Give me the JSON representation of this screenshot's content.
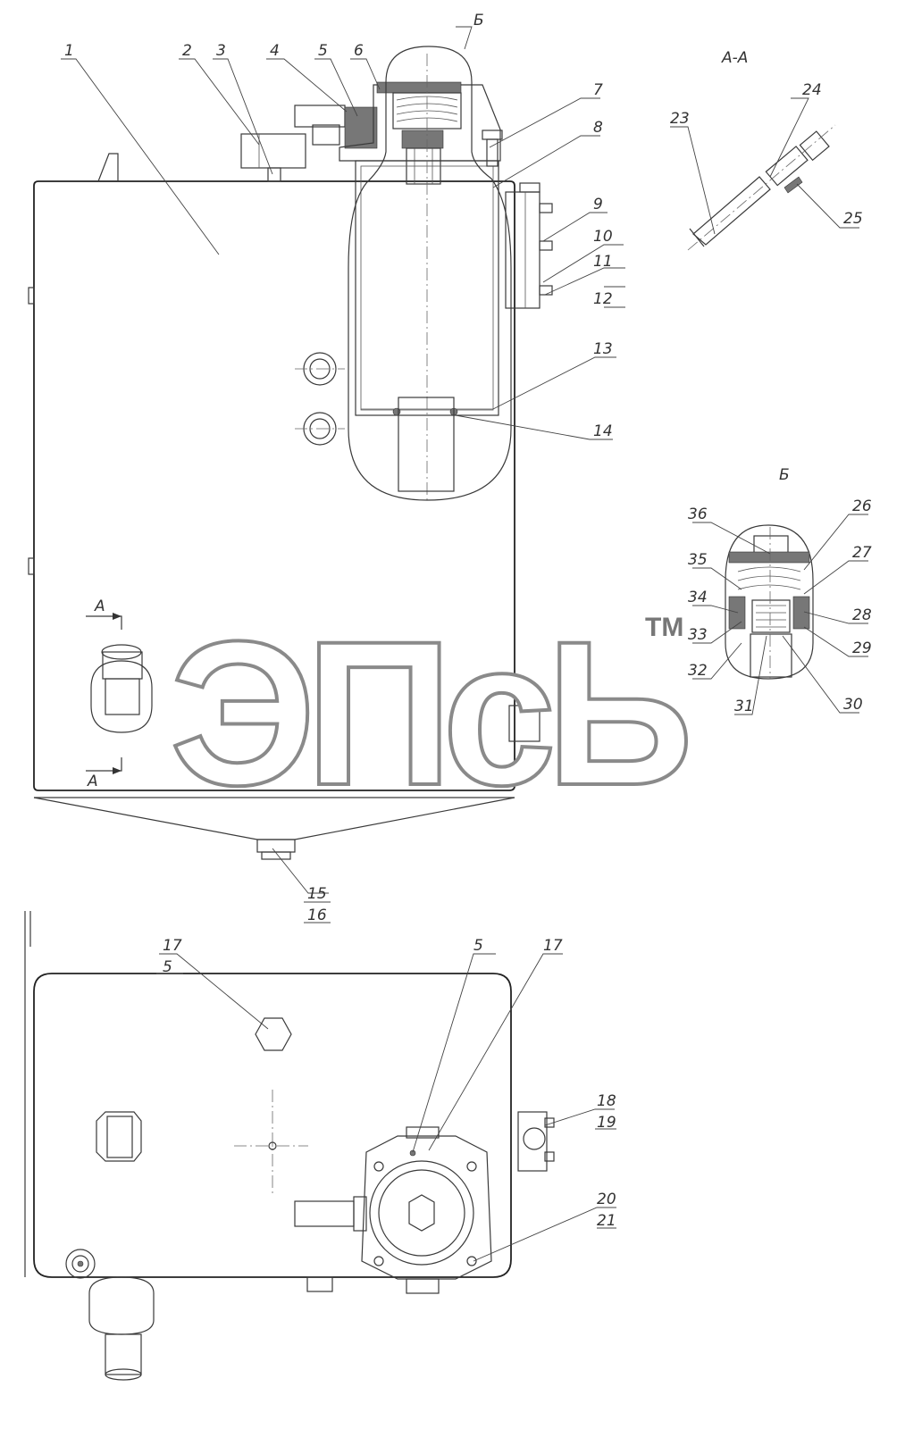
{
  "section_labels": {
    "aa_title": "А-А",
    "b_callout": "Б",
    "b_title": "Б",
    "section_mark_top": "А",
    "section_mark_bottom": "А"
  },
  "callouts": {
    "c1": "1",
    "c2": "2",
    "c3": "3",
    "c4": "4",
    "c5": "5",
    "c6": "6",
    "c7": "7",
    "c8": "8",
    "c9": "9",
    "c10": "10",
    "c11": "11",
    "c12": "12",
    "c13": "13",
    "c14": "14",
    "c15": "15",
    "c16": "16",
    "c17a": "17",
    "c5b": "5",
    "c5c": "5",
    "c17b": "17",
    "c18": "18",
    "c19": "19",
    "c20": "20",
    "c21": "21",
    "c23": "23",
    "c24": "24",
    "c25": "25",
    "c26": "26",
    "c27": "27",
    "c28": "28",
    "c29": "29",
    "c30": "30",
    "c31": "31",
    "c32": "32",
    "c33": "33",
    "c34": "34",
    "c35": "35",
    "c36": "36"
  },
  "watermark": {
    "text": "ЭПсЬ",
    "trademark": "TM"
  }
}
